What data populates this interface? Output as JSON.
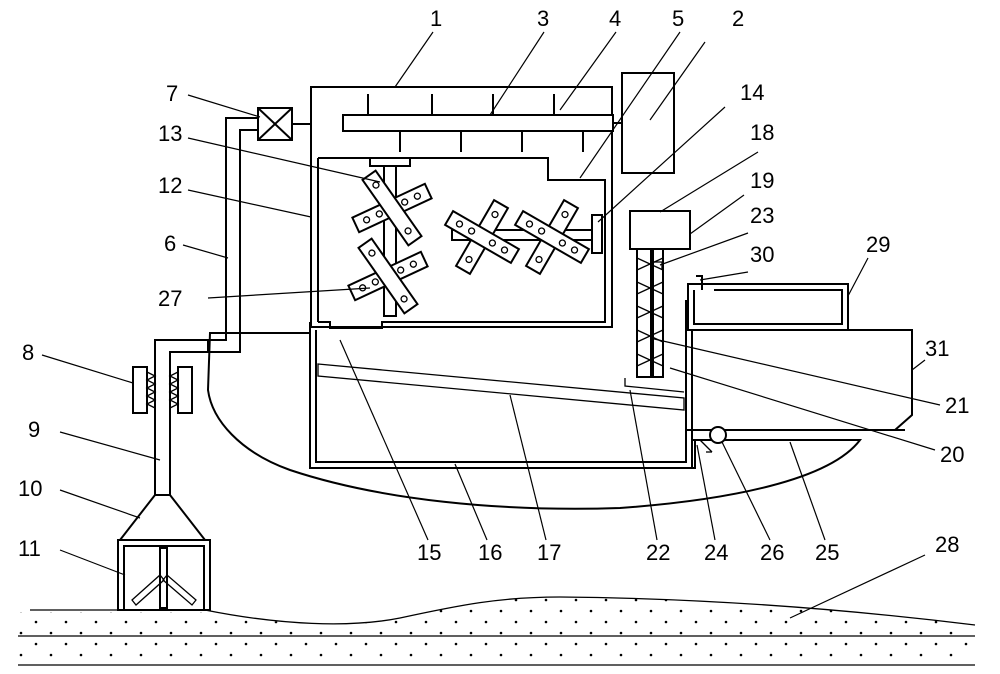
{
  "labels": {
    "l1": "1",
    "l2": "2",
    "l3": "3",
    "l4": "4",
    "l5": "5",
    "l6": "6",
    "l7": "7",
    "l8": "8",
    "l9": "9",
    "l10": "10",
    "l11": "11",
    "l12": "12",
    "l13": "13",
    "l14": "14",
    "l15": "15",
    "l16": "16",
    "l17": "17",
    "l18": "18",
    "l19": "19",
    "l20": "20",
    "l21": "21",
    "l22": "22",
    "l23": "23",
    "l24": "24",
    "l25": "25",
    "l26": "26",
    "l27": "27",
    "l28": "28",
    "l29": "29",
    "l30": "30",
    "l31": "31"
  },
  "colors": {
    "ink": "#000000",
    "paper": "#ffffff"
  }
}
